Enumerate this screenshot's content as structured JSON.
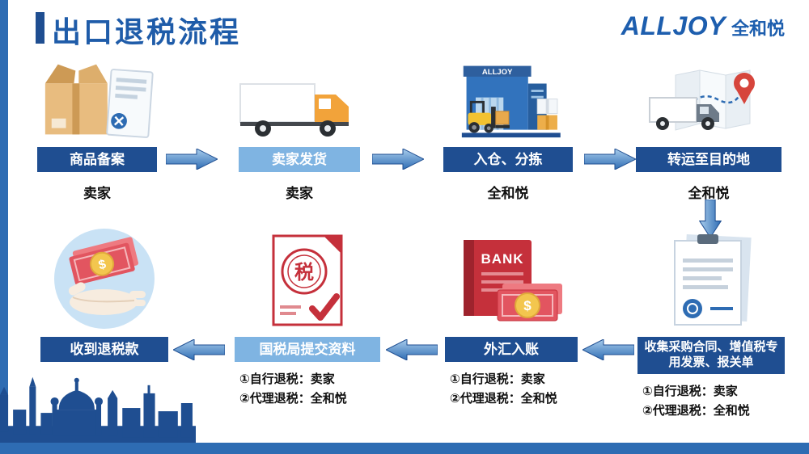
{
  "header": {
    "title": "出口退税流程",
    "logo_en": "ALLJOY",
    "logo_cn": "全和悦"
  },
  "steps": {
    "s1": {
      "label": "商品备案",
      "actor": "卖家"
    },
    "s2": {
      "label": "卖家发货",
      "actor": "卖家"
    },
    "s3": {
      "label": "入仓、分拣",
      "actor": "全和悦"
    },
    "s4": {
      "label": "转运至目的地",
      "actor": "全和悦"
    },
    "s5": {
      "label": "收集采购合同、增值税专用发票、报关单",
      "note1": "①自行退税：卖家",
      "note2": "②代理退税：全和悦"
    },
    "s6": {
      "label": "外汇入账",
      "note1": "①自行退税：卖家",
      "note2": "②代理退税：全和悦"
    },
    "s7": {
      "label": "国税局提交资料",
      "note1": "①自行退税：卖家",
      "note2": "②代理退税：全和悦"
    },
    "s8": {
      "label": "收到退税款"
    }
  },
  "icons": {
    "warehouse_sign": "ALLJOY",
    "bank_text": "BANK",
    "tax_seal": "税",
    "dollar": "$"
  },
  "colors": {
    "primary_dark": "#1F4E91",
    "primary": "#2E6CB3",
    "light_label": "#7FB4E2",
    "title_blue": "#1F5CA9",
    "red": "#C5303B",
    "orange": "#F2A33A",
    "gold": "#F3C64E"
  }
}
